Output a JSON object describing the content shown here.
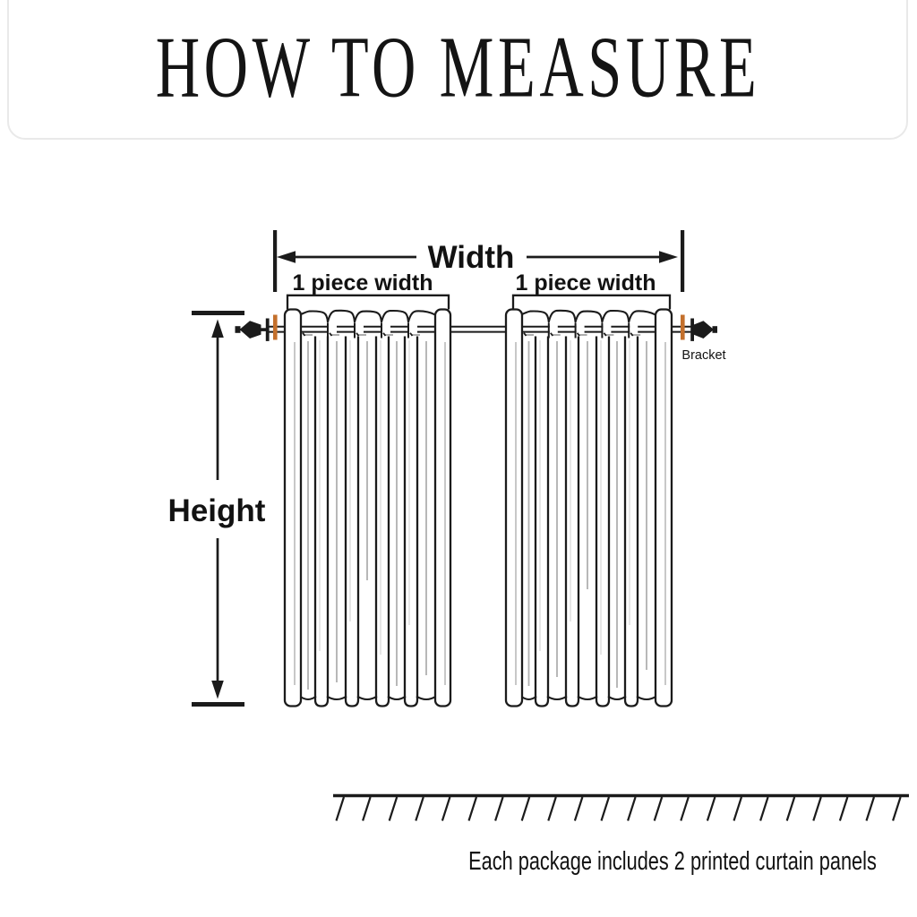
{
  "title": "HOW TO MEASURE",
  "labels": {
    "width": "Width",
    "piece_width_left": "1 piece width",
    "piece_width_right": "1 piece width",
    "height": "Height",
    "bracket": "Bracket",
    "caption": "Each package includes 2 printed curtain panels"
  },
  "colors": {
    "ink": "#1b1b1b",
    "soft_gray": "#b0b0b0",
    "bracket_marker_orange": "#c4702c",
    "card_border": "#e9e9e9"
  }
}
